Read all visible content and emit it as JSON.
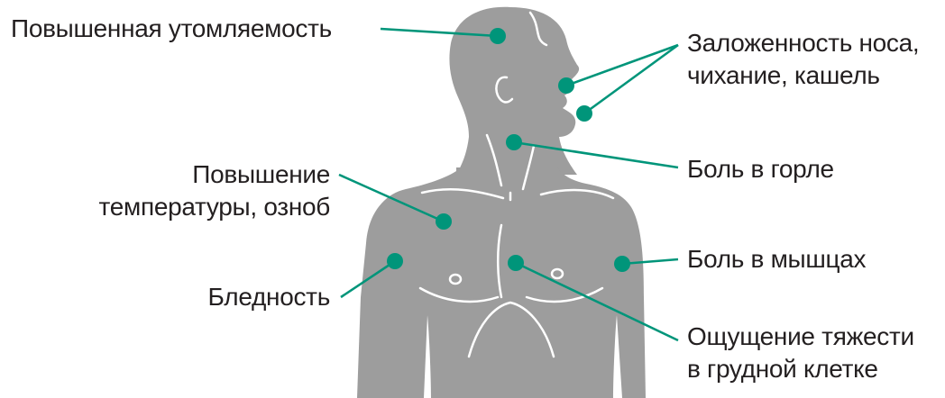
{
  "colors": {
    "body": "#9d9d9d",
    "outline": "#ffffff",
    "accent": "#00957a",
    "text": "#231f20"
  },
  "labels": {
    "fatigue": "Повышенная утомляемость",
    "nasal_line1": "Заложенность носа,",
    "nasal_line2": "чихание, кашель",
    "throat": "Боль в горле",
    "fever_line1": "Повышение",
    "fever_line2": "температуры, озноб",
    "muscle": "Боль в мышцах",
    "pallor": "Бледность",
    "chest_line1": "Ощущение тяжести",
    "chest_line2": "в грудной клетке"
  }
}
